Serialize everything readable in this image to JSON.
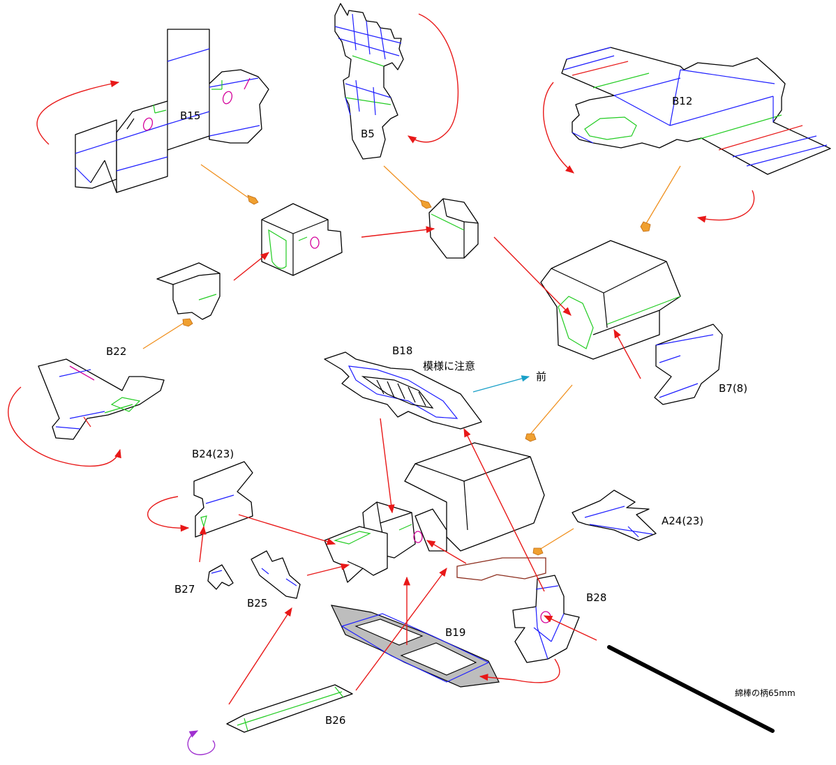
{
  "labels": {
    "b15": "B15",
    "b5": "B5",
    "b12": "B12",
    "b22": "B22",
    "b18": "B18",
    "pattern_note": "模様に注意",
    "front": "前",
    "b7": "B7(8)",
    "b24": "B24(23)",
    "a24": "A24(23)",
    "b27": "B27",
    "b25": "B25",
    "b28": "B28",
    "b19": "B19",
    "b26": "B26",
    "cotton_swab": "綿棒の柄65mm"
  },
  "colors": {
    "outline": "#000000",
    "fold_blue": "#1e1eff",
    "fold_green": "#22cc22",
    "fold_red": "#e81818",
    "mark_magenta": "#d4009a",
    "arrow_red": "#e81818",
    "arrow_orange": "#f0901e",
    "arrow_cyan": "#1aa0c8",
    "arrow_purple": "#a030d0",
    "fill_gray": "#bdbdbd",
    "b19_outline_brown": "#8a2a1a"
  }
}
